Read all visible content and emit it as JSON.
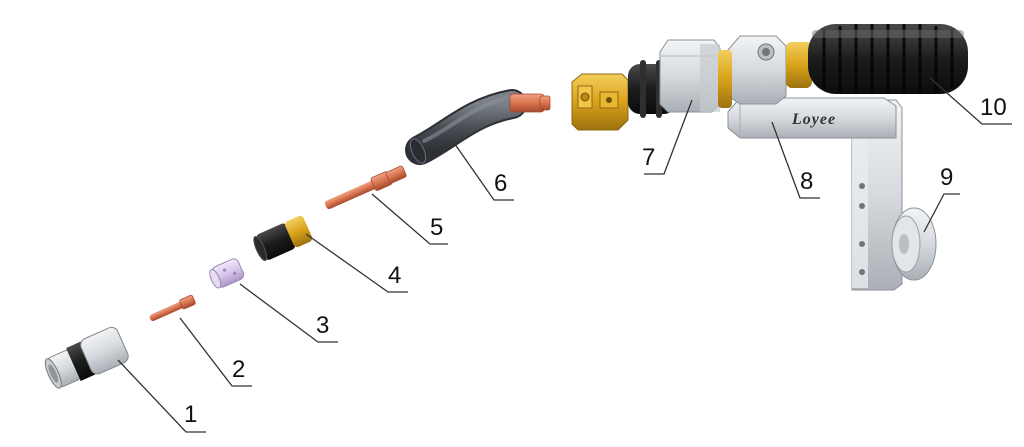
{
  "diagram": {
    "brand_label": "Loyee",
    "callouts": [
      "1",
      "2",
      "3",
      "4",
      "5",
      "6",
      "7",
      "8",
      "9",
      "10"
    ],
    "parts": [
      "nozzle",
      "contact-tip",
      "gas-diffuser",
      "insulator",
      "tip-holder",
      "swan-neck",
      "torch-body-block",
      "mounting-bracket",
      "clamp-wheel",
      "cable-hose"
    ]
  },
  "colors": {
    "copper": "#d9734f",
    "copper_dark": "#a64a2e",
    "brass": "#d9a21b",
    "black": "#1c1c1c",
    "silver": "#d8dce0",
    "silver_dark": "#9aa0a6",
    "lavender": "#d7c6ec",
    "neck": "#4a4f55"
  }
}
